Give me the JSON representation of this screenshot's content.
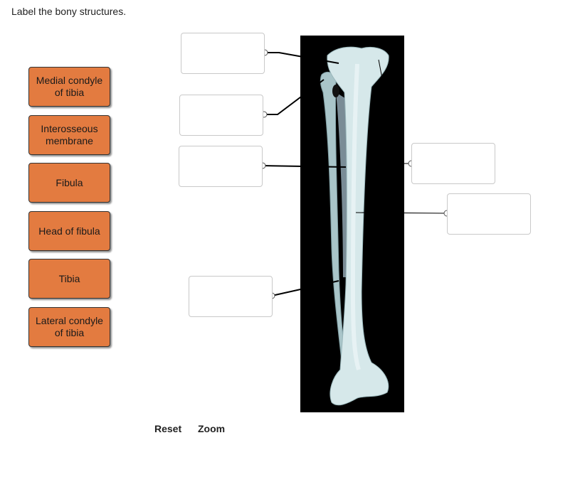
{
  "instructions": "Label the bony structures.",
  "labels": [
    {
      "text": "Medial condyle of tibia"
    },
    {
      "text": "Interosseous membrane"
    },
    {
      "text": "Fibula"
    },
    {
      "text": "Head of fibula"
    },
    {
      "text": "Tibia"
    },
    {
      "text": "Lateral condyle of tibia"
    }
  ],
  "drop_targets": [
    "",
    "",
    "",
    "",
    "",
    "",
    ""
  ],
  "controls": {
    "reset": "Reset",
    "zoom": "Zoom"
  },
  "colors": {
    "tile": "#e37b40",
    "bone": "#cfe3e6",
    "image_background": "#000000",
    "drop_border": "#c9c9c9"
  }
}
